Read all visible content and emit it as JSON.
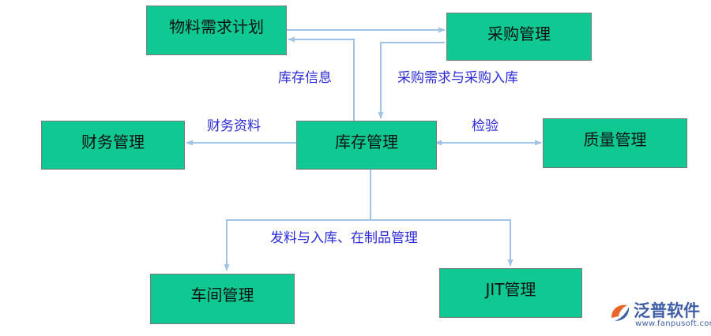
{
  "nodes": {
    "material_planning": "物料需求计划",
    "purchasing": "采购管理",
    "finance": "财务管理",
    "inventory": "库存管理",
    "quality": "质量管理",
    "workshop": "车间管理",
    "jit": "JIT管理"
  },
  "edge_labels": {
    "inventory_info": "库存信息",
    "purchase_demand": "采购需求与采购入库",
    "financial_data": "财务资料",
    "inspection": "检验",
    "issue_receive": "发料与入库、在制品管理"
  },
  "colors": {
    "node_fill": "#10c992",
    "arrow": "#9fc4e8",
    "label": "#2a2ad8"
  },
  "watermark": {
    "name": "泛普软件",
    "url": "www.fanpusoft.com"
  }
}
